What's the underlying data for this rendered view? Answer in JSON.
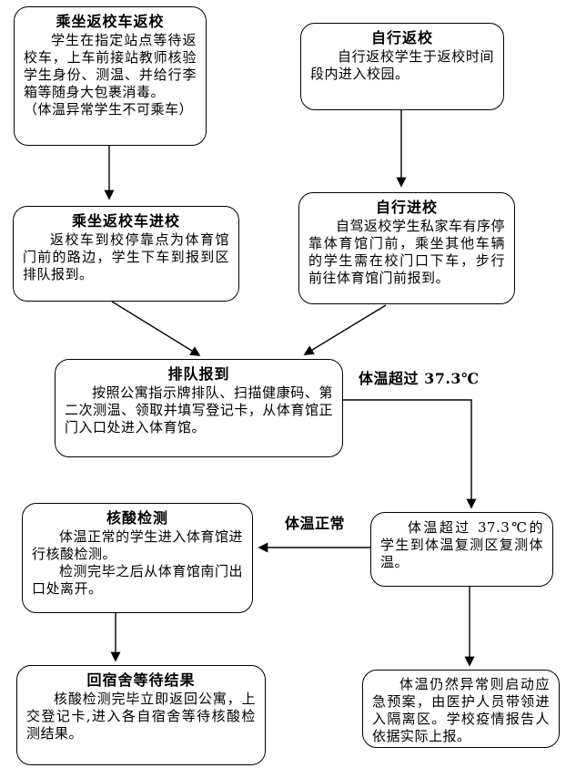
{
  "flowchart": {
    "nodes": {
      "bus_return": {
        "title": "乘坐返校车返校",
        "body": "学生在指定站点等待返校车，上车前接站教师核验学生身份、测温、并给行李箱等随身大包裹消毒。",
        "note": "（体温异常学生不可乘车）"
      },
      "self_return": {
        "title": "自行返校",
        "body": "自行返校学生于返校时间段内进入校园。"
      },
      "bus_enter": {
        "title": "乘坐返校车进校",
        "body": "返校车到校停靠点为体育馆门前的路边，学生下车到报到区排队报到。"
      },
      "self_enter": {
        "title": "自行进校",
        "body": "自驾返校学生私家车有序停靠体育馆门前，乘坐其他车辆的学生需在校门口下车，步行前往体育馆门前报到。"
      },
      "queue_checkin": {
        "title": "排队报到",
        "body": "按照公寓指示牌排队、扫描健康码、第二次测温、领取并填写登记卡，从体育馆正门入口处进入体育馆。"
      },
      "temp_recheck": {
        "body": "体温超过 37.3℃的学生到体温复测区复测体温。"
      },
      "nucleic_test": {
        "title": "核酸检测",
        "body1": "体温正常的学生进入体育馆进行核酸检测。",
        "body2": "检测完毕之后从体育馆南门出口处离开。"
      },
      "emergency": {
        "body": "体温仍然异常则启动应急预案，由医护人员带领进入隔离区。学校疫情报告人依据实际上报。"
      },
      "wait_result": {
        "title": "回宿舍等待结果",
        "body": "核酸检测完毕立即返回公寓，上交登记卡,进入各自宿舍等待核酸检测结果。"
      }
    },
    "edge_labels": {
      "over_temp": "体温超过 37.3℃",
      "normal_temp": "体温正常"
    },
    "colors": {
      "line": "#000000",
      "border": "#000000",
      "background": "#ffffff",
      "text": "#000000"
    }
  }
}
